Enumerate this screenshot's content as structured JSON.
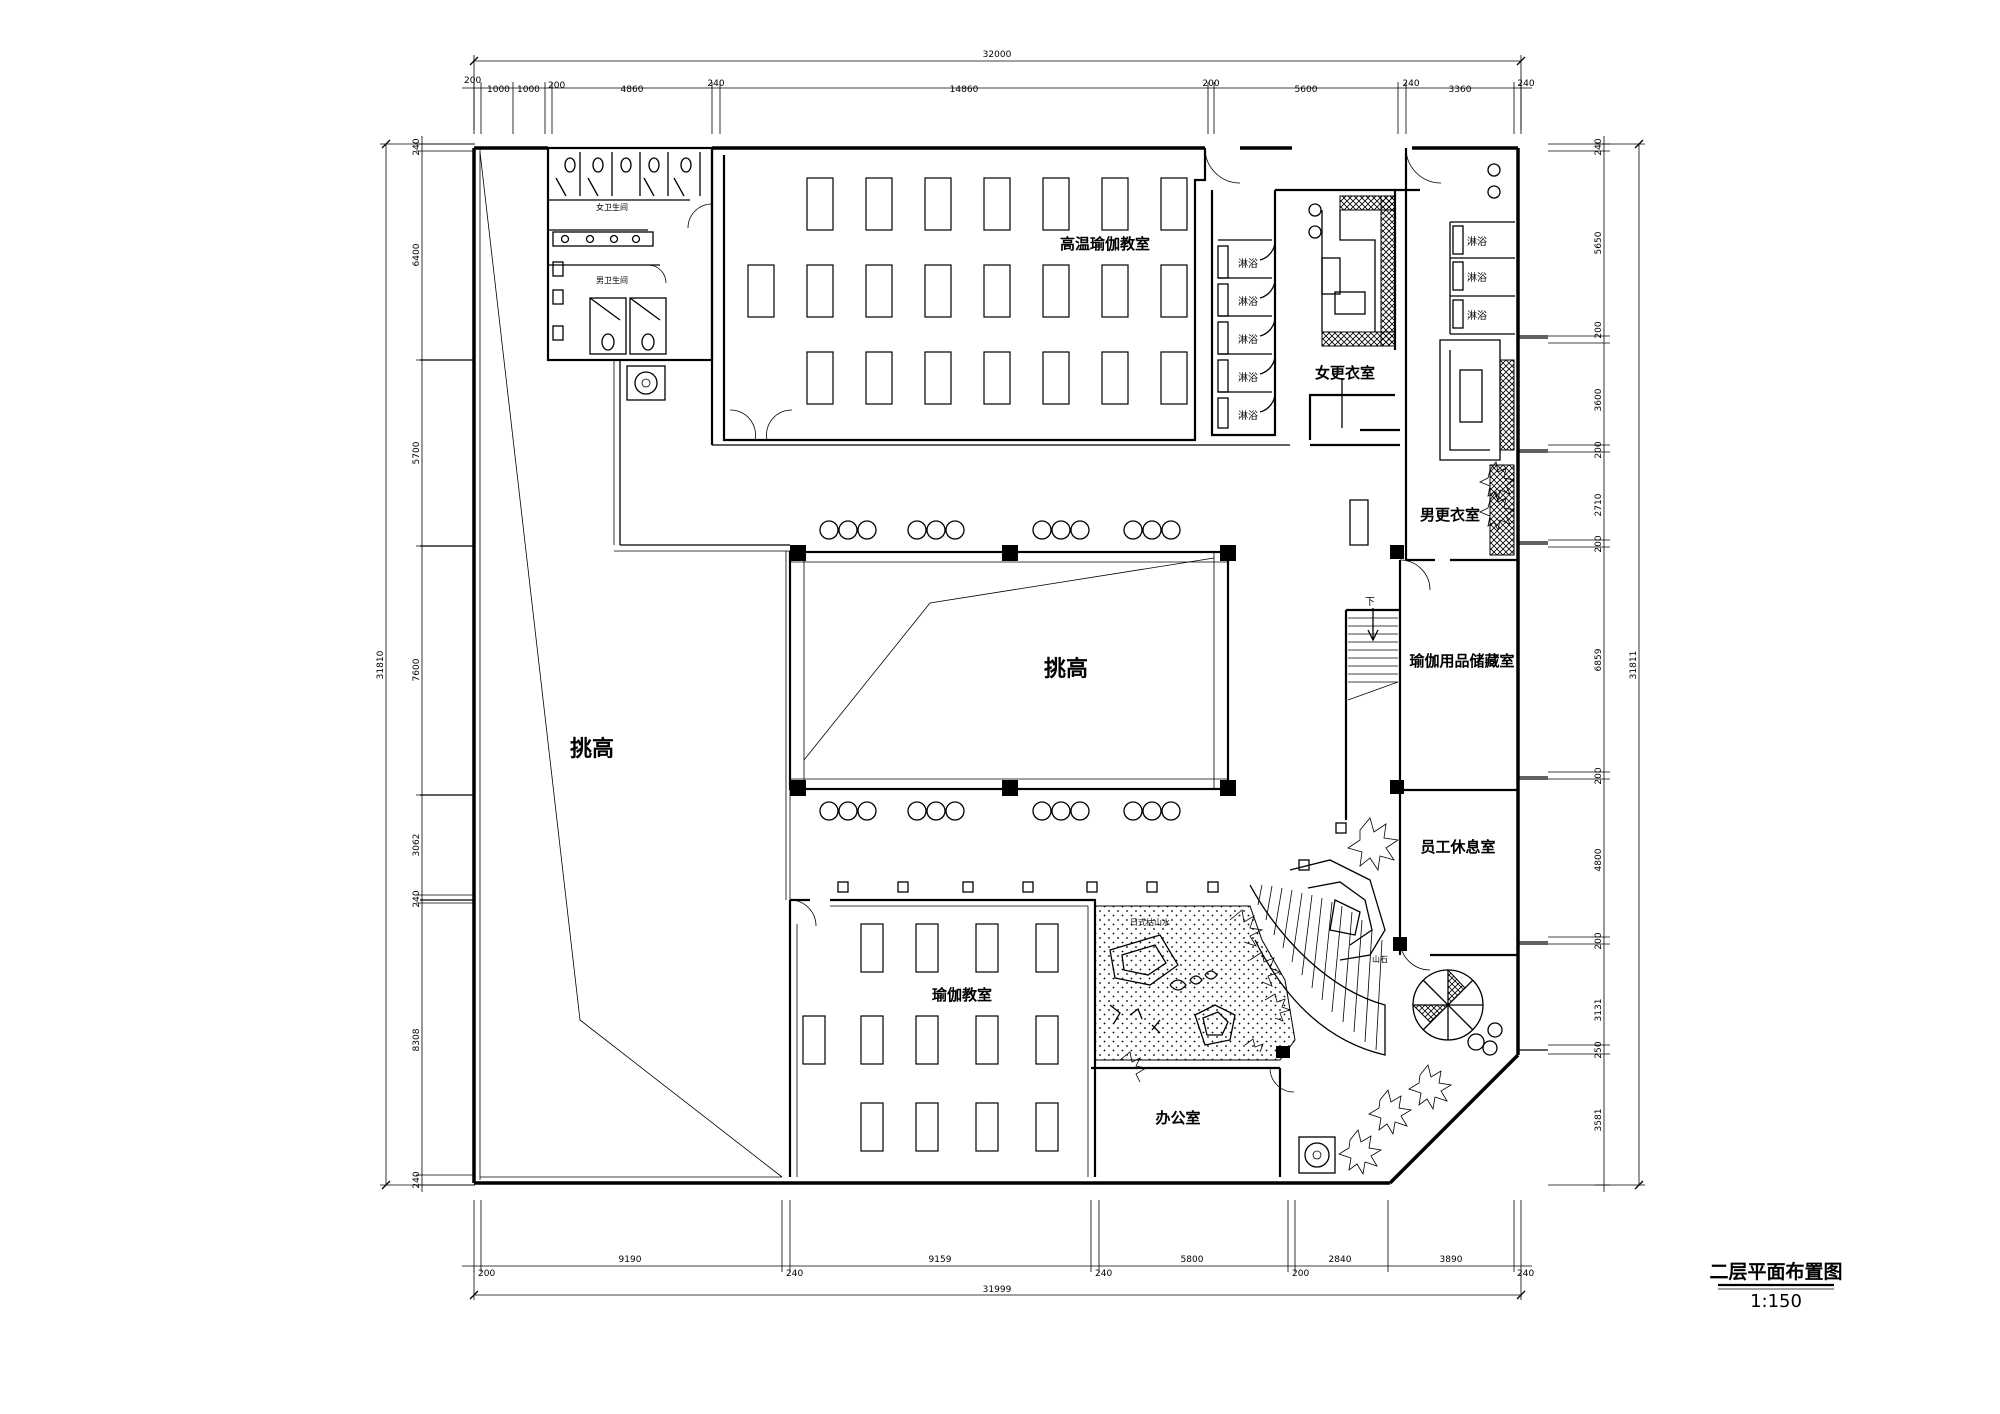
{
  "drawing": {
    "title": "二层平面布置图",
    "scale": "1:150"
  },
  "dimensions": {
    "top_total": "32000",
    "top_segments": [
      "200",
      "1000",
      "1000",
      "200",
      "4860",
      "240",
      "14860",
      "200",
      "5600",
      "240",
      "3360",
      "240"
    ],
    "bottom_total": "31999",
    "bottom_segments": [
      "200",
      "9190",
      "240",
      "9159",
      "240",
      "5800",
      "200",
      "2840",
      "3890",
      "240"
    ],
    "left_total": "31810",
    "left_segments": [
      "240",
      "6400",
      "5700",
      "7600",
      "3062",
      "240",
      "8308",
      "240"
    ],
    "right_total": "31811",
    "right_segments": [
      "240",
      "5650",
      "200",
      "3600",
      "200",
      "2710",
      "200",
      "6859",
      "200",
      "4800",
      "200",
      "3131",
      "250",
      "3581"
    ]
  },
  "rooms": {
    "hot_yoga": "高温瑜伽教室",
    "women_wc": "女卫生间",
    "men_wc": "男卫生间",
    "women_locker": "女更衣室",
    "men_locker": "男更衣室",
    "shower": "淋浴",
    "atrium_left": "挑高",
    "atrium_center": "挑高",
    "storage": "瑜伽用品储藏室",
    "staff_rest": "员工休息室",
    "yoga_room": "瑜伽教室",
    "office": "办公室",
    "garden": "日式枯山水",
    "stair_down": "下",
    "rock": "山石"
  }
}
